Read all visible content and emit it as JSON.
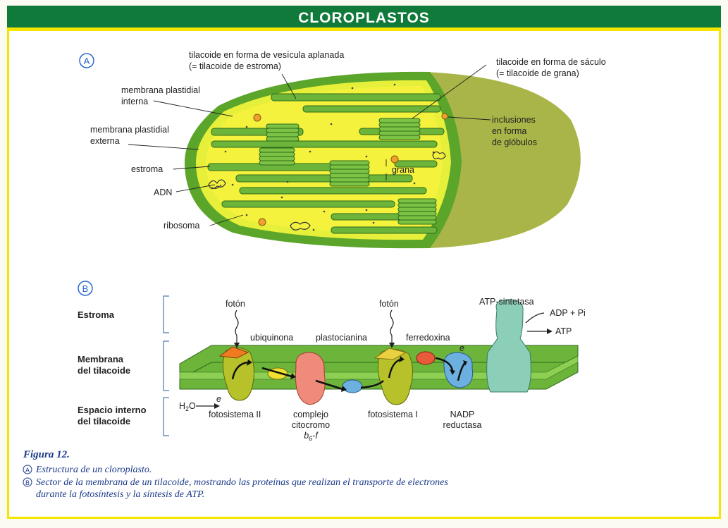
{
  "title": "CLOROPLASTOS",
  "panel_a": {
    "badge": "A",
    "labels": {
      "tilacoide_estroma_1": "tilacoide en forma de vesícula aplanada",
      "tilacoide_estroma_2": "(= tilacoide de estroma)",
      "tilacoide_grana_1": "tilacoide en forma de sáculo",
      "tilacoide_grana_2": "(= tilacoide de grana)",
      "membrana_interna_1": "membrana plastidial",
      "membrana_interna_2": "interna",
      "membrana_externa_1": "membrana plastidial",
      "membrana_externa_2": "externa",
      "estroma": "estroma",
      "adn": "ADN",
      "ribosoma": "ribosoma",
      "grana": "grana",
      "inclusiones_1": "inclusiones",
      "inclusiones_2": "en forma",
      "inclusiones_3": "de glóbulos"
    }
  },
  "panel_b": {
    "badge": "B",
    "regions": {
      "estroma": "Estroma",
      "membrana_1": "Membrana",
      "membrana_2": "del tilacoide",
      "espacio_1": "Espacio interno",
      "espacio_2": "del tilacoide"
    },
    "labels": {
      "foton_1": "fotón",
      "foton_2": "fotón",
      "ubiquinona": "ubiquinona",
      "plastocianina": "plastocianina",
      "ferredoxina": "ferredoxina",
      "atp_sintetasa": "ATP-sintetasa",
      "adp_pi": "ADP + Pi",
      "atp": "ATP",
      "h2o": "H",
      "h2o_sub": "2",
      "h2o_o": "O",
      "electron_1": "e",
      "electron_2": "e",
      "fotosistema_ii": "fotosistema II",
      "complejo_1": "complejo",
      "complejo_2": "citocromo",
      "complejo_3": "b",
      "complejo_3_sub": "6",
      "complejo_3_end": "-f",
      "fotosistema_i": "fotosistema I",
      "nadp_1": "NADP",
      "nadp_2": "reductasa"
    }
  },
  "caption": {
    "figure": "Figura 12.",
    "a_badge": "A",
    "a_text": "Estructura de un cloroplasto.",
    "b_badge": "B",
    "b_text_1": "Sector de la membrana de un tilacoide, mostrando las proteínas que realizan el transporte de electrones",
    "b_text_2": "durante la fotosíntesis y la síntesis de ATP."
  },
  "colors": {
    "header_green": "#0f7a3a",
    "frame_yellow": "#f5e600",
    "chloroplast_outer": "#5aa52a",
    "chloroplast_inner": "#e6ef3a",
    "stroma": "#f4f23c",
    "thylakoid": "#6cb43a",
    "caption_blue": "#1a3a8a"
  }
}
